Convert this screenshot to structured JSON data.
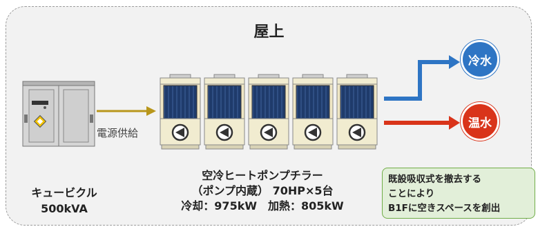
{
  "title": "屋上",
  "cubicle": {
    "line1": "キュービクル",
    "line2": "500kVA"
  },
  "supply_label": "電源供給",
  "heat_pump": {
    "line1": "空冷ヒートポンプチラー",
    "line2": "（ポンプ内蔵） 70HP×5台",
    "line3": "冷却：975kW　加熱：805kW",
    "unit_count": 5
  },
  "outputs": {
    "cold": "冷水",
    "hot": "温水"
  },
  "note": {
    "line1": "既設吸収式を撤去する",
    "line2": "ことにより",
    "line3": "B1Fに空きスペースを創出"
  },
  "colors": {
    "cold": "#2e75c4",
    "hot": "#d9341a",
    "supply_arrow": "#b8961a",
    "note_border": "#70ad47"
  }
}
